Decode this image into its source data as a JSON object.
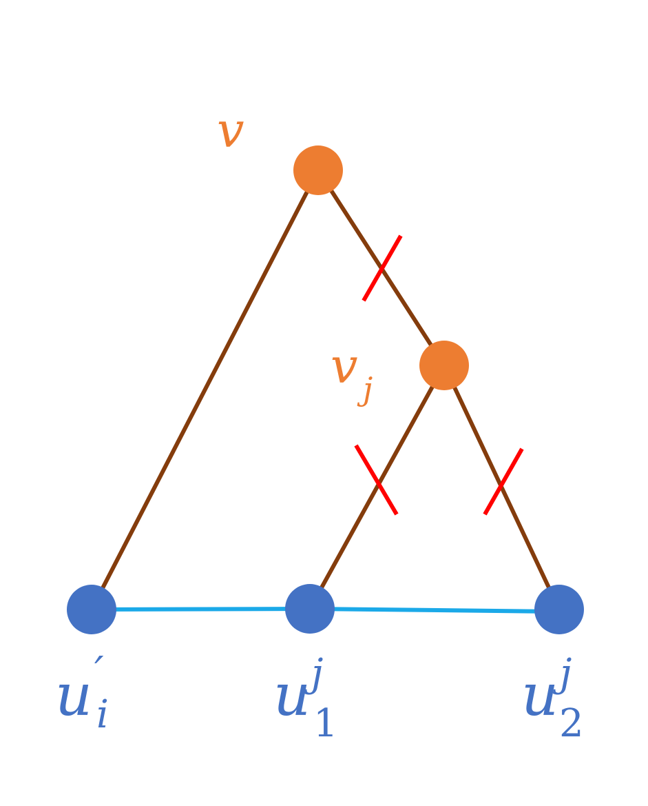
{
  "colors": {
    "top_node": "#ED7D31",
    "bottom_node": "#4472C4",
    "tree_edge": "#843C0C",
    "bottom_edge": "#1BA9E8",
    "cut_mark": "#FF0000",
    "background": "#FFFFFF"
  },
  "nodes": {
    "v": {
      "base": "v",
      "sub": "",
      "sup": ""
    },
    "vj": {
      "base": "v",
      "sub": "j",
      "sup": ""
    },
    "ui": {
      "base": "u",
      "sub": "i",
      "sup": "′"
    },
    "u1": {
      "base": "u",
      "sub": "1",
      "sup": "j"
    },
    "u2": {
      "base": "u",
      "sub": "2",
      "sup": "j"
    }
  },
  "edges": [
    {
      "from": "v",
      "to": "ui",
      "kind": "tree",
      "cut": false
    },
    {
      "from": "v",
      "to": "vj",
      "kind": "tree",
      "cut": true
    },
    {
      "from": "vj",
      "to": "u1",
      "kind": "tree",
      "cut": true
    },
    {
      "from": "vj",
      "to": "u2",
      "kind": "tree",
      "cut": true
    },
    {
      "from": "ui",
      "to": "u1",
      "kind": "bottom",
      "cut": false
    },
    {
      "from": "u1",
      "to": "u2",
      "kind": "bottom",
      "cut": false
    }
  ]
}
